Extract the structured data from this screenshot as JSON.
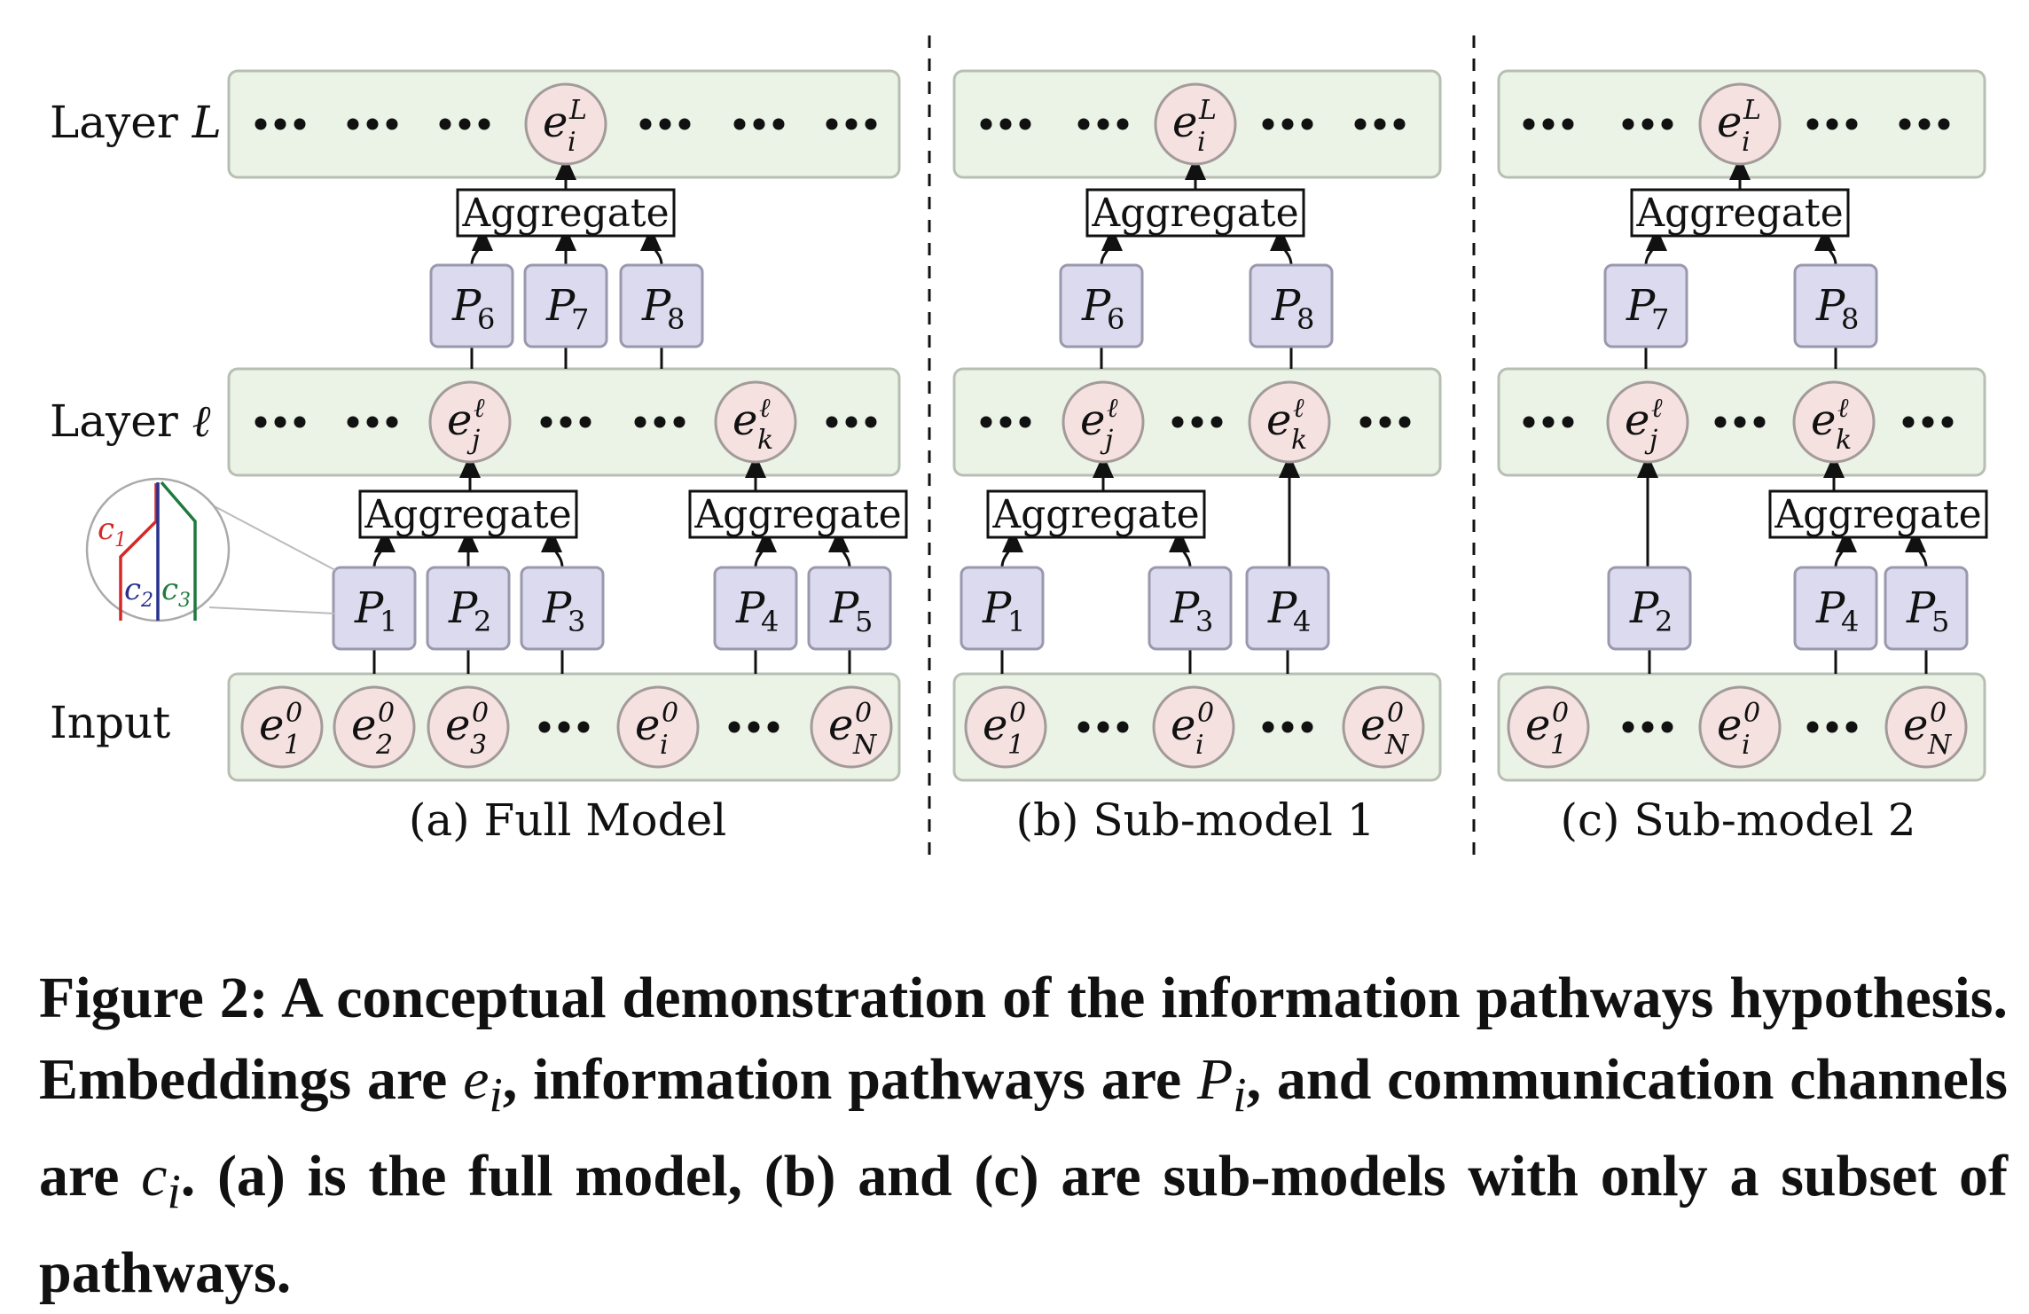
{
  "colors": {
    "layer_fill": "#ebf3e6",
    "layer_stroke": "#b7bfb3",
    "node_fill": "#f6e1e1",
    "node_stroke": "#a39a9a",
    "pathway_fill": "#dcdaee",
    "pathway_stroke": "#9a98ac",
    "channel_1": "#d62828",
    "channel_2": "#27318f",
    "channel_3": "#1f7a3d"
  },
  "row_labels": {
    "layer_L": "Layer L",
    "layer_l": "Layer ℓ",
    "input": "Input"
  },
  "aggregate_label": "Aggregate",
  "inset": {
    "channels": [
      "c1",
      "c2",
      "c3"
    ]
  },
  "panels": [
    {
      "caption": "(a) Full Model",
      "top_layer": [
        "…",
        "…",
        "…",
        "e_i^L",
        "…",
        "…",
        "…"
      ],
      "top_pathways": [
        "P6",
        "P7",
        "P8"
      ],
      "mid_layer": [
        "…",
        "…",
        "e_j^ℓ",
        "…",
        "…",
        "e_k^ℓ",
        "…"
      ],
      "bottom_pathways": [
        "P1",
        "P2",
        "P3",
        "P4",
        "P5"
      ],
      "input_layer": [
        "e_1^0",
        "e_2^0",
        "e_3^0",
        "…",
        "e_i^0",
        "…",
        "e_N^0"
      ]
    },
    {
      "caption": "(b) Sub-model 1",
      "top_layer": [
        "…",
        "…",
        "e_i^L",
        "…",
        "…"
      ],
      "top_pathways": [
        "P6",
        "P8"
      ],
      "mid_layer": [
        "…",
        "e_j^ℓ",
        "…",
        "e_k^ℓ",
        "…"
      ],
      "bottom_pathways": [
        "P1",
        "P3",
        "P4"
      ],
      "input_layer": [
        "e_1^0",
        "…",
        "e_i^0",
        "…",
        "e_N^0"
      ]
    },
    {
      "caption": "(c) Sub-model 2",
      "top_layer": [
        "…",
        "…",
        "e_i^L",
        "…",
        "…"
      ],
      "top_pathways": [
        "P7",
        "P8"
      ],
      "mid_layer": [
        "…",
        "e_j^ℓ",
        "…",
        "e_k^ℓ",
        "…"
      ],
      "bottom_pathways": [
        "P2",
        "P4",
        "P5"
      ],
      "input_layer": [
        "e_1^0",
        "…",
        "e_i^0",
        "…",
        "e_N^0"
      ]
    }
  ],
  "caption": {
    "label": "Figure 2:",
    "part1": " A conceptual demonstration of the information pathways hypothesis. Embeddings are ",
    "sym1": "e_i",
    "part2": ", information pathways are ",
    "sym2": "P_i",
    "part3": ", and communication channels are ",
    "sym3": "c_i",
    "part4": ". (a) is the full model, (b) and (c) are sub-models with only a subset of pathways."
  }
}
